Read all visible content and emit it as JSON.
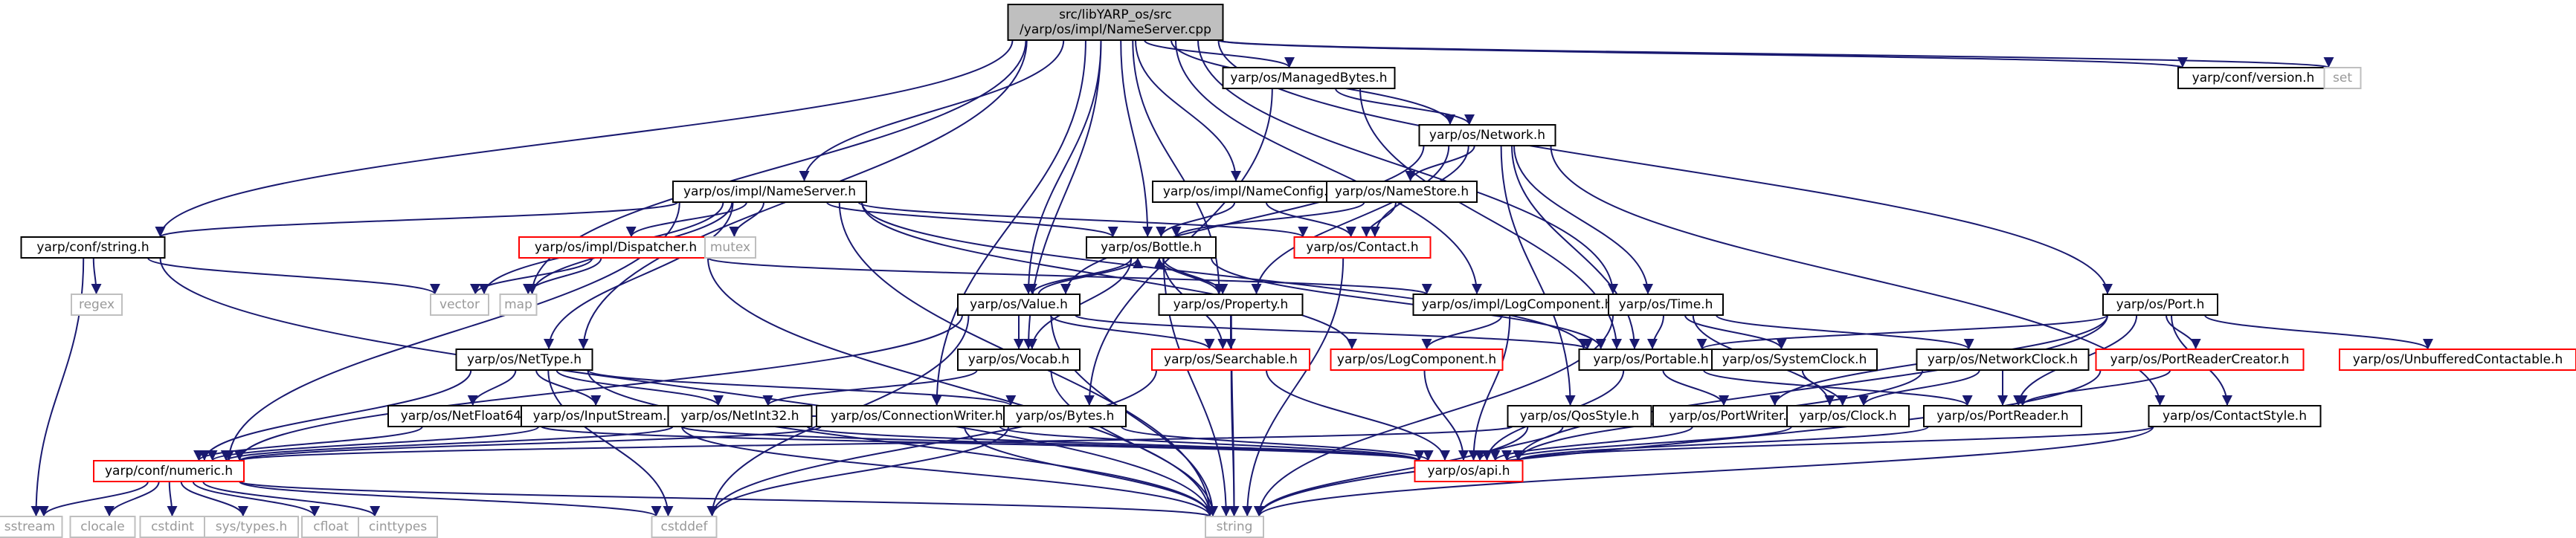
{
  "nodes": [
    {
      "id": "root",
      "lines": [
        "src/libYARP_os/src",
        "/yarp/os/impl/NameServer.cpp"
      ],
      "style": "root"
    },
    {
      "id": "managedbytes",
      "lines": [
        "yarp/os/ManagedBytes.h"
      ],
      "style": "normal"
    },
    {
      "id": "confversion",
      "lines": [
        "yarp/conf/version.h"
      ],
      "style": "normal"
    },
    {
      "id": "set",
      "lines": [
        "set"
      ],
      "style": "std"
    },
    {
      "id": "network",
      "lines": [
        "yarp/os/Network.h"
      ],
      "style": "normal"
    },
    {
      "id": "implnameserver",
      "lines": [
        "yarp/os/impl/NameServer.h"
      ],
      "style": "normal"
    },
    {
      "id": "implnameconfig",
      "lines": [
        "yarp/os/impl/NameConfig.h"
      ],
      "style": "normal"
    },
    {
      "id": "namestore",
      "lines": [
        "yarp/os/NameStore.h"
      ],
      "style": "normal"
    },
    {
      "id": "confstring",
      "lines": [
        "yarp/conf/string.h"
      ],
      "style": "normal"
    },
    {
      "id": "dispatcher",
      "lines": [
        "yarp/os/impl/Dispatcher.h"
      ],
      "style": "red"
    },
    {
      "id": "mutex",
      "lines": [
        "mutex"
      ],
      "style": "std"
    },
    {
      "id": "contact",
      "lines": [
        "yarp/os/Contact.h"
      ],
      "style": "red"
    },
    {
      "id": "bottle",
      "lines": [
        "yarp/os/Bottle.h"
      ],
      "style": "normal"
    },
    {
      "id": "regex",
      "lines": [
        "regex"
      ],
      "style": "std"
    },
    {
      "id": "vector",
      "lines": [
        "vector"
      ],
      "style": "std"
    },
    {
      "id": "map",
      "lines": [
        "map"
      ],
      "style": "std"
    },
    {
      "id": "value",
      "lines": [
        "yarp/os/Value.h"
      ],
      "style": "normal"
    },
    {
      "id": "property",
      "lines": [
        "yarp/os/Property.h"
      ],
      "style": "normal"
    },
    {
      "id": "logcomponentimpl",
      "lines": [
        "yarp/os/impl/LogComponent.h"
      ],
      "style": "normal"
    },
    {
      "id": "time",
      "lines": [
        "yarp/os/Time.h"
      ],
      "style": "normal"
    },
    {
      "id": "port",
      "lines": [
        "yarp/os/Port.h"
      ],
      "style": "normal"
    },
    {
      "id": "nettype",
      "lines": [
        "yarp/os/NetType.h"
      ],
      "style": "normal"
    },
    {
      "id": "vocab",
      "lines": [
        "yarp/os/Vocab.h"
      ],
      "style": "normal"
    },
    {
      "id": "searchable",
      "lines": [
        "yarp/os/Searchable.h"
      ],
      "style": "red"
    },
    {
      "id": "logcomponent",
      "lines": [
        "yarp/os/LogComponent.h"
      ],
      "style": "red"
    },
    {
      "id": "portable",
      "lines": [
        "yarp/os/Portable.h"
      ],
      "style": "normal"
    },
    {
      "id": "systemclock",
      "lines": [
        "yarp/os/SystemClock.h"
      ],
      "style": "normal"
    },
    {
      "id": "networkclock",
      "lines": [
        "yarp/os/NetworkClock.h"
      ],
      "style": "normal"
    },
    {
      "id": "portreadercreator",
      "lines": [
        "yarp/os/PortReaderCreator.h"
      ],
      "style": "red"
    },
    {
      "id": "unbuffered",
      "lines": [
        "yarp/os/UnbufferedContactable.h"
      ],
      "style": "red"
    },
    {
      "id": "netfloat64",
      "lines": [
        "yarp/os/NetFloat64.h"
      ],
      "style": "normal"
    },
    {
      "id": "inputstream",
      "lines": [
        "yarp/os/InputStream.h"
      ],
      "style": "normal"
    },
    {
      "id": "netint32",
      "lines": [
        "yarp/os/NetInt32.h"
      ],
      "style": "normal"
    },
    {
      "id": "connectionwriter",
      "lines": [
        "yarp/os/ConnectionWriter.h"
      ],
      "style": "normal"
    },
    {
      "id": "bytes",
      "lines": [
        "yarp/os/Bytes.h"
      ],
      "style": "normal"
    },
    {
      "id": "qosstyle",
      "lines": [
        "yarp/os/QosStyle.h"
      ],
      "style": "normal"
    },
    {
      "id": "portwriter",
      "lines": [
        "yarp/os/PortWriter.h"
      ],
      "style": "normal"
    },
    {
      "id": "clock",
      "lines": [
        "yarp/os/Clock.h"
      ],
      "style": "normal"
    },
    {
      "id": "portreader",
      "lines": [
        "yarp/os/PortReader.h"
      ],
      "style": "normal"
    },
    {
      "id": "contactstyle",
      "lines": [
        "yarp/os/ContactStyle.h"
      ],
      "style": "normal"
    },
    {
      "id": "numeric",
      "lines": [
        "yarp/conf/numeric.h"
      ],
      "style": "red"
    },
    {
      "id": "api",
      "lines": [
        "yarp/os/api.h"
      ],
      "style": "red"
    },
    {
      "id": "sstream",
      "lines": [
        "sstream"
      ],
      "style": "std"
    },
    {
      "id": "clocale",
      "lines": [
        "clocale"
      ],
      "style": "std"
    },
    {
      "id": "cstdint",
      "lines": [
        "cstdint"
      ],
      "style": "std"
    },
    {
      "id": "systypes",
      "lines": [
        "sys/types.h"
      ],
      "style": "std"
    },
    {
      "id": "cfloat",
      "lines": [
        "cfloat"
      ],
      "style": "std"
    },
    {
      "id": "cinttypes",
      "lines": [
        "cinttypes"
      ],
      "style": "std"
    },
    {
      "id": "cstddef",
      "lines": [
        "cstddef"
      ],
      "style": "std"
    },
    {
      "id": "string",
      "lines": [
        "string"
      ],
      "style": "std"
    }
  ],
  "edges": [
    [
      "root",
      "managedbytes"
    ],
    [
      "root",
      "confversion"
    ],
    [
      "root",
      "set"
    ],
    [
      "root",
      "network"
    ],
    [
      "root",
      "implnameserver"
    ],
    [
      "root",
      "implnameconfig"
    ],
    [
      "root",
      "confstring"
    ],
    [
      "root",
      "map"
    ],
    [
      "root",
      "value"
    ],
    [
      "root",
      "property"
    ],
    [
      "root",
      "logcomponentimpl"
    ],
    [
      "root",
      "time"
    ],
    [
      "root",
      "port"
    ],
    [
      "root",
      "nettype"
    ],
    [
      "root",
      "vocab"
    ],
    [
      "root",
      "connectionwriter"
    ],
    [
      "root",
      "bottle"
    ],
    [
      "managedbytes",
      "network"
    ],
    [
      "managedbytes",
      "portable"
    ],
    [
      "managedbytes",
      "bytes"
    ],
    [
      "network",
      "namestore"
    ],
    [
      "network",
      "contact"
    ],
    [
      "network",
      "value"
    ],
    [
      "network",
      "property"
    ],
    [
      "network",
      "time"
    ],
    [
      "network",
      "portable"
    ],
    [
      "network",
      "qosstyle"
    ],
    [
      "network",
      "contactstyle"
    ],
    [
      "implnameserver",
      "confstring"
    ],
    [
      "implnameserver",
      "dispatcher"
    ],
    [
      "implnameserver",
      "mutex"
    ],
    [
      "implnameserver",
      "contact"
    ],
    [
      "implnameserver",
      "bottle"
    ],
    [
      "implnameserver",
      "vector"
    ],
    [
      "implnameserver",
      "map"
    ],
    [
      "implnameserver",
      "nettype"
    ],
    [
      "implnameserver",
      "numeric"
    ],
    [
      "implnameserver",
      "string"
    ],
    [
      "implnameserver",
      "logcomponent"
    ],
    [
      "implnameserver",
      "portable"
    ],
    [
      "implnameconfig",
      "contact"
    ],
    [
      "implnameconfig",
      "bottle"
    ],
    [
      "namestore",
      "contact"
    ],
    [
      "namestore",
      "bottle"
    ],
    [
      "confstring",
      "regex"
    ],
    [
      "confstring",
      "sstream"
    ],
    [
      "confstring",
      "string"
    ],
    [
      "confstring",
      "vector"
    ],
    [
      "dispatcher",
      "vector"
    ],
    [
      "dispatcher",
      "map"
    ],
    [
      "dispatcher",
      "string"
    ],
    [
      "dispatcher",
      "logcomponentimpl"
    ],
    [
      "contact",
      "string"
    ],
    [
      "bottle",
      "value"
    ],
    [
      "bottle",
      "property"
    ],
    [
      "bottle",
      "searchable"
    ],
    [
      "bottle",
      "vocab"
    ],
    [
      "bottle",
      "string"
    ],
    [
      "bottle",
      "portable"
    ],
    [
      "value",
      "bottle"
    ],
    [
      "value",
      "vocab"
    ],
    [
      "value",
      "searchable"
    ],
    [
      "value",
      "portable"
    ],
    [
      "value",
      "numeric"
    ],
    [
      "value",
      "string"
    ],
    [
      "value",
      "cstddef"
    ],
    [
      "property",
      "bottle"
    ],
    [
      "property",
      "searchable"
    ],
    [
      "property",
      "string"
    ],
    [
      "logcomponentimpl",
      "logcomponent"
    ],
    [
      "logcomponentimpl",
      "api"
    ],
    [
      "time",
      "portable"
    ],
    [
      "time",
      "systemclock"
    ],
    [
      "time",
      "networkclock"
    ],
    [
      "time",
      "clock"
    ],
    [
      "time",
      "string"
    ],
    [
      "port",
      "portable"
    ],
    [
      "port",
      "portreadercreator"
    ],
    [
      "port",
      "unbuffered"
    ],
    [
      "port",
      "portwriter"
    ],
    [
      "port",
      "portreader"
    ],
    [
      "port",
      "contactstyle"
    ],
    [
      "port",
      "api"
    ],
    [
      "nettype",
      "netfloat64"
    ],
    [
      "nettype",
      "inputstream"
    ],
    [
      "nettype",
      "netint32"
    ],
    [
      "nettype",
      "bytes"
    ],
    [
      "nettype",
      "numeric"
    ],
    [
      "nettype",
      "string"
    ],
    [
      "nettype",
      "cstddef"
    ],
    [
      "vocab",
      "netint32"
    ],
    [
      "vocab",
      "string"
    ],
    [
      "searchable",
      "api"
    ],
    [
      "searchable",
      "string"
    ],
    [
      "searchable",
      "cstddef"
    ],
    [
      "logcomponent",
      "api"
    ],
    [
      "portable",
      "portwriter"
    ],
    [
      "portable",
      "portreader"
    ],
    [
      "portable",
      "api"
    ],
    [
      "systemclock",
      "clock"
    ],
    [
      "networkclock",
      "clock"
    ],
    [
      "networkclock",
      "portreader"
    ],
    [
      "networkclock",
      "api"
    ],
    [
      "portreadercreator",
      "portreader"
    ],
    [
      "portreadercreator",
      "string"
    ],
    [
      "netfloat64",
      "numeric"
    ],
    [
      "netfloat64",
      "api"
    ],
    [
      "inputstream",
      "numeric"
    ],
    [
      "inputstream",
      "bytes"
    ],
    [
      "inputstream",
      "api"
    ],
    [
      "inputstream",
      "string"
    ],
    [
      "netint32",
      "numeric"
    ],
    [
      "netint32",
      "api"
    ],
    [
      "connectionwriter",
      "numeric"
    ],
    [
      "connectionwriter",
      "api"
    ],
    [
      "connectionwriter",
      "string"
    ],
    [
      "bytes",
      "api"
    ],
    [
      "bytes",
      "cstddef"
    ],
    [
      "qosstyle",
      "numeric"
    ],
    [
      "qosstyle",
      "api"
    ],
    [
      "qosstyle",
      "string"
    ],
    [
      "portwriter",
      "api"
    ],
    [
      "clock",
      "api"
    ],
    [
      "portreader",
      "api"
    ],
    [
      "contactstyle",
      "api"
    ],
    [
      "contactstyle",
      "string"
    ],
    [
      "numeric",
      "sstream"
    ],
    [
      "numeric",
      "clocale"
    ],
    [
      "numeric",
      "cstdint"
    ],
    [
      "numeric",
      "systypes"
    ],
    [
      "numeric",
      "cfloat"
    ],
    [
      "numeric",
      "cinttypes"
    ],
    [
      "numeric",
      "cstddef"
    ],
    [
      "numeric",
      "string"
    ]
  ]
}
